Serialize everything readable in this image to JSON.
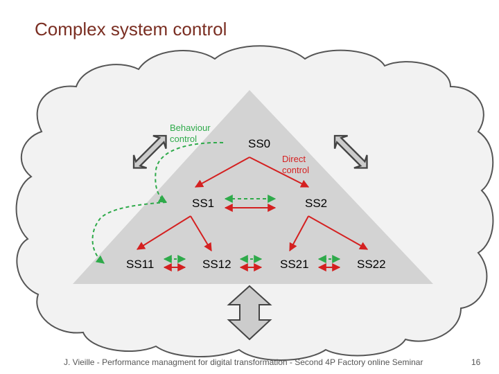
{
  "title": "Complex system control",
  "labels": {
    "behaviour_control": [
      "Behaviour",
      "control"
    ],
    "direct_control": [
      "Direct",
      "control"
    ]
  },
  "nodes": {
    "ss0": "SS0",
    "ss1": "SS1",
    "ss2": "SS2",
    "ss11": "SS11",
    "ss12": "SS12",
    "ss21": "SS21",
    "ss22": "SS22"
  },
  "footer": "J. Vieille - Performance managment for digital transformation - Second 4P Factory online Seminar",
  "page_number": "16",
  "colors": {
    "direct_arrow": "#d42020",
    "behaviour_arrow": "#2eaa4a",
    "triangle": "#d3d3d3",
    "cloud_fill": "#f2f2f2",
    "cloud_stroke": "#555555"
  },
  "icons": [
    "expand-arrows-icon",
    "expand-arrows-icon",
    "up-down-double-arrow-icon"
  ]
}
